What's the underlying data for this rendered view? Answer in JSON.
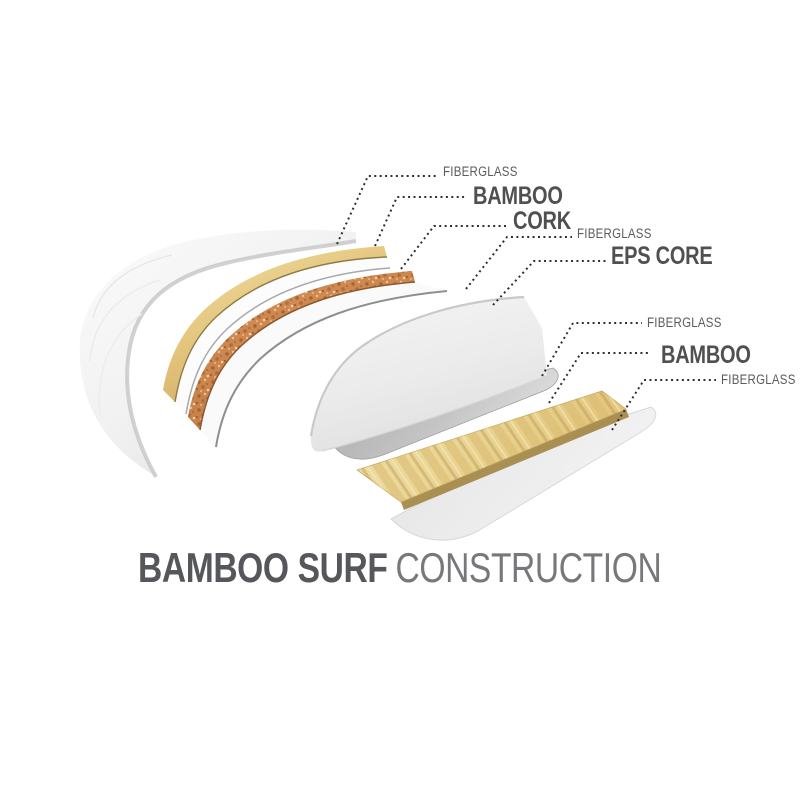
{
  "title": {
    "emphasis": "BAMBOO SURF",
    "rest": "CONSTRUCTION",
    "full": "BAMBOO SURF CONSTRUCTION"
  },
  "diagram": {
    "type": "exploded-layer-diagram",
    "subject": "bamboo surfboard construction layup",
    "layers_top_to_bottom": [
      "Fiberglass",
      "Bamboo",
      "Cork",
      "Fiberglass",
      "EPS Core",
      "Fiberglass",
      "Bamboo",
      "Fiberglass"
    ]
  },
  "labels": [
    {
      "text": "FIBERGLASS",
      "emphasis": false,
      "layer": "fiberglass-deck"
    },
    {
      "text": "BAMBOO",
      "emphasis": true,
      "layer": "bamboo-top"
    },
    {
      "text": "CORK",
      "emphasis": true,
      "layer": "cork"
    },
    {
      "text": "FIBERGLASS",
      "emphasis": false,
      "layer": "fiberglass-under-cork"
    },
    {
      "text": "EPS CORE",
      "emphasis": true,
      "layer": "eps-core"
    },
    {
      "text": "FIBERGLASS",
      "emphasis": false,
      "layer": "fiberglass-under-core"
    },
    {
      "text": "BAMBOO",
      "emphasis": true,
      "layer": "bamboo-bottom"
    },
    {
      "text": "FIBERGLASS",
      "emphasis": false,
      "layer": "fiberglass-bottom"
    }
  ],
  "colors": {
    "background": "#ffffff",
    "label_text_small": "#5a5b5d",
    "label_text_big": "#4f5052",
    "leader_line": "#2f2f2f",
    "title_emphasis": "#56575a",
    "title_rest": "#77787b",
    "fiberglass": "#f2f2f2",
    "bamboo": "#e6cd8c",
    "cork": "#c9834e",
    "eps_core": "#ebebeb"
  }
}
